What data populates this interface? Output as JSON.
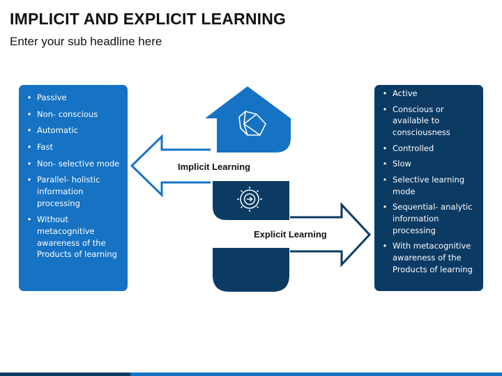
{
  "title": "IMPLICIT AND EXPLICIT LEARNING",
  "subtitle": "Enter your sub headline here",
  "colors": {
    "light_blue": "#1672c3",
    "dark_blue": "#0b3a63"
  },
  "left_panel": {
    "items": [
      "Passive",
      "Non- conscious",
      "Automatic",
      "Fast",
      "Non- selective mode",
      "Parallel- holistic information processing",
      "Without metacognitive awareness of the Products of learning"
    ]
  },
  "right_panel": {
    "items": [
      "Active",
      "Conscious or available to consciousness",
      "Controlled",
      "Slow",
      "Selective learning mode",
      "Sequential- analytic information processing",
      "With metacognitive awareness of the Products of learning"
    ]
  },
  "center": {
    "implicit_label": "Implicit Learning",
    "explicit_label": "Explicit Learning",
    "top_icon": "crystal-shape-icon",
    "middle_icon": "gear-arrow-icon"
  }
}
